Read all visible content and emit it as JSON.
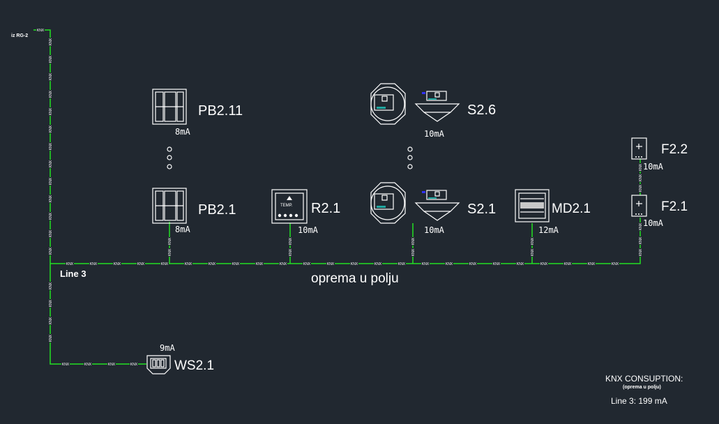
{
  "diagram": {
    "source_label": "iz RG-2",
    "line_label": "Line 3",
    "bus_caption": "oprema u polju",
    "wire_tag": "KNX",
    "devices": [
      {
        "id": "PB2.11",
        "current": "8mA",
        "icon": "push-button-panel-icon"
      },
      {
        "id": "PB2.1",
        "current": "8mA",
        "icon": "push-button-panel-icon"
      },
      {
        "id": "R2.1",
        "current": "10mA",
        "icon": "room-temperature-controller-icon",
        "inner_text": "TEMP."
      },
      {
        "id": "S2.6",
        "current": "10mA",
        "icon": "ceiling-sensor-icon"
      },
      {
        "id": "S2.1",
        "current": "10mA",
        "icon": "ceiling-sensor-icon"
      },
      {
        "id": "MD2.1",
        "current": "12mA",
        "icon": "motion-detector-icon"
      },
      {
        "id": "F2.2",
        "current": "10mA",
        "icon": "window-contact-icon"
      },
      {
        "id": "F2.1",
        "current": "10mA",
        "icon": "window-contact-icon"
      },
      {
        "id": "WS2.1",
        "current": "9mA",
        "icon": "weather-station-icon"
      }
    ],
    "consumption": {
      "title": "KNX CONSUPTION:",
      "subtitle": "(oprema u polju)",
      "total": "Line 3: 199 mA"
    },
    "colors": {
      "background": "#212830",
      "bus": "#22e022",
      "symbol": "#ffffff",
      "accent": "#1fa7a0",
      "marker": "#3030ff"
    }
  }
}
